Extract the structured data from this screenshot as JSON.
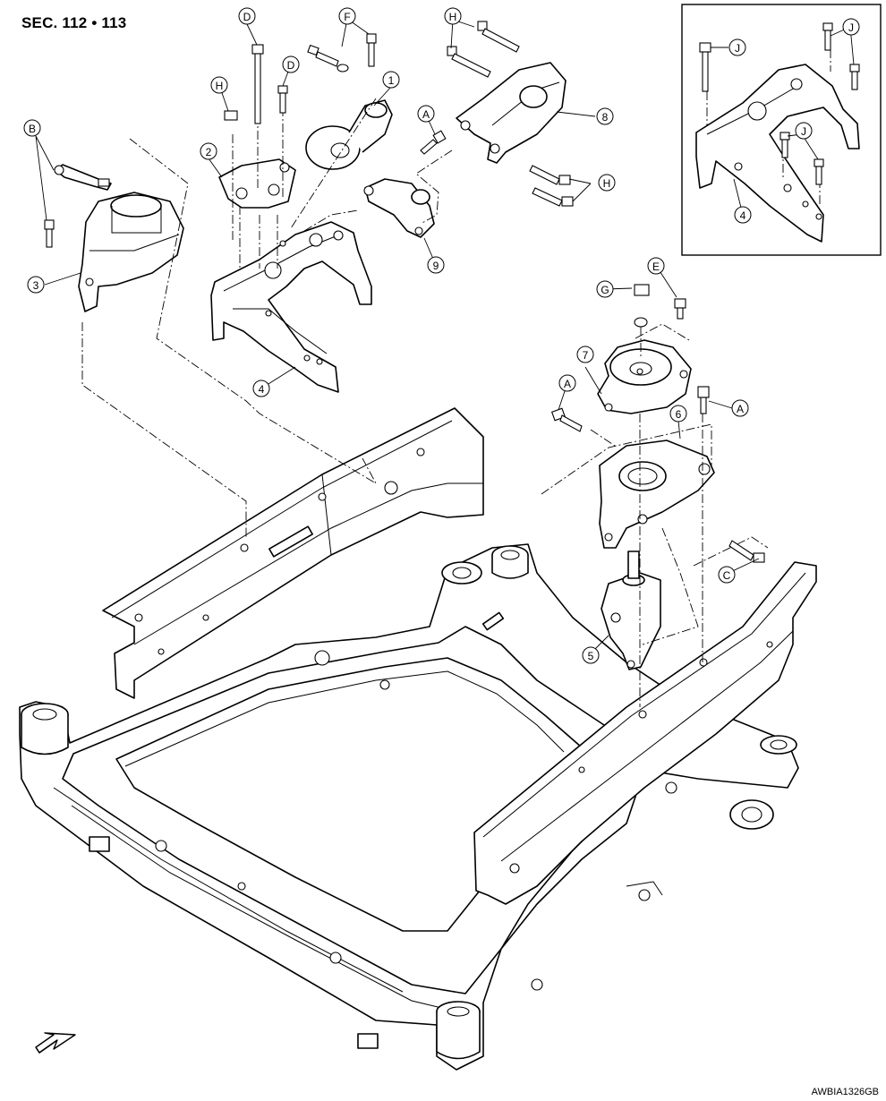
{
  "header": {
    "section_ref": "SEC. 112 • 113"
  },
  "footer": {
    "figure_id": "AWBIA1326GB"
  },
  "callouts": {
    "parts": [
      {
        "id": "p1",
        "label": "1"
      },
      {
        "id": "p2",
        "label": "2"
      },
      {
        "id": "p3",
        "label": "3"
      },
      {
        "id": "p4a",
        "label": "4"
      },
      {
        "id": "p4b",
        "label": "4"
      },
      {
        "id": "p5",
        "label": "5"
      },
      {
        "id": "p6",
        "label": "6"
      },
      {
        "id": "p7",
        "label": "7"
      },
      {
        "id": "p8",
        "label": "8"
      },
      {
        "id": "p9",
        "label": "9"
      }
    ],
    "fasteners": [
      {
        "id": "fA1",
        "label": "A"
      },
      {
        "id": "fA2",
        "label": "A"
      },
      {
        "id": "fA3",
        "label": "A"
      },
      {
        "id": "fB",
        "label": "B"
      },
      {
        "id": "fC",
        "label": "C"
      },
      {
        "id": "fD1",
        "label": "D"
      },
      {
        "id": "fD2",
        "label": "D"
      },
      {
        "id": "fE",
        "label": "E"
      },
      {
        "id": "fF",
        "label": "F"
      },
      {
        "id": "fG",
        "label": "G"
      },
      {
        "id": "fH1",
        "label": "H"
      },
      {
        "id": "fH2",
        "label": "H"
      },
      {
        "id": "fH3",
        "label": "H"
      },
      {
        "id": "fJ1",
        "label": "J"
      },
      {
        "id": "fJ2",
        "label": "J"
      },
      {
        "id": "fJ3",
        "label": "J"
      }
    ]
  },
  "icons": {
    "front_arrow": "front-direction-arrow-icon"
  }
}
